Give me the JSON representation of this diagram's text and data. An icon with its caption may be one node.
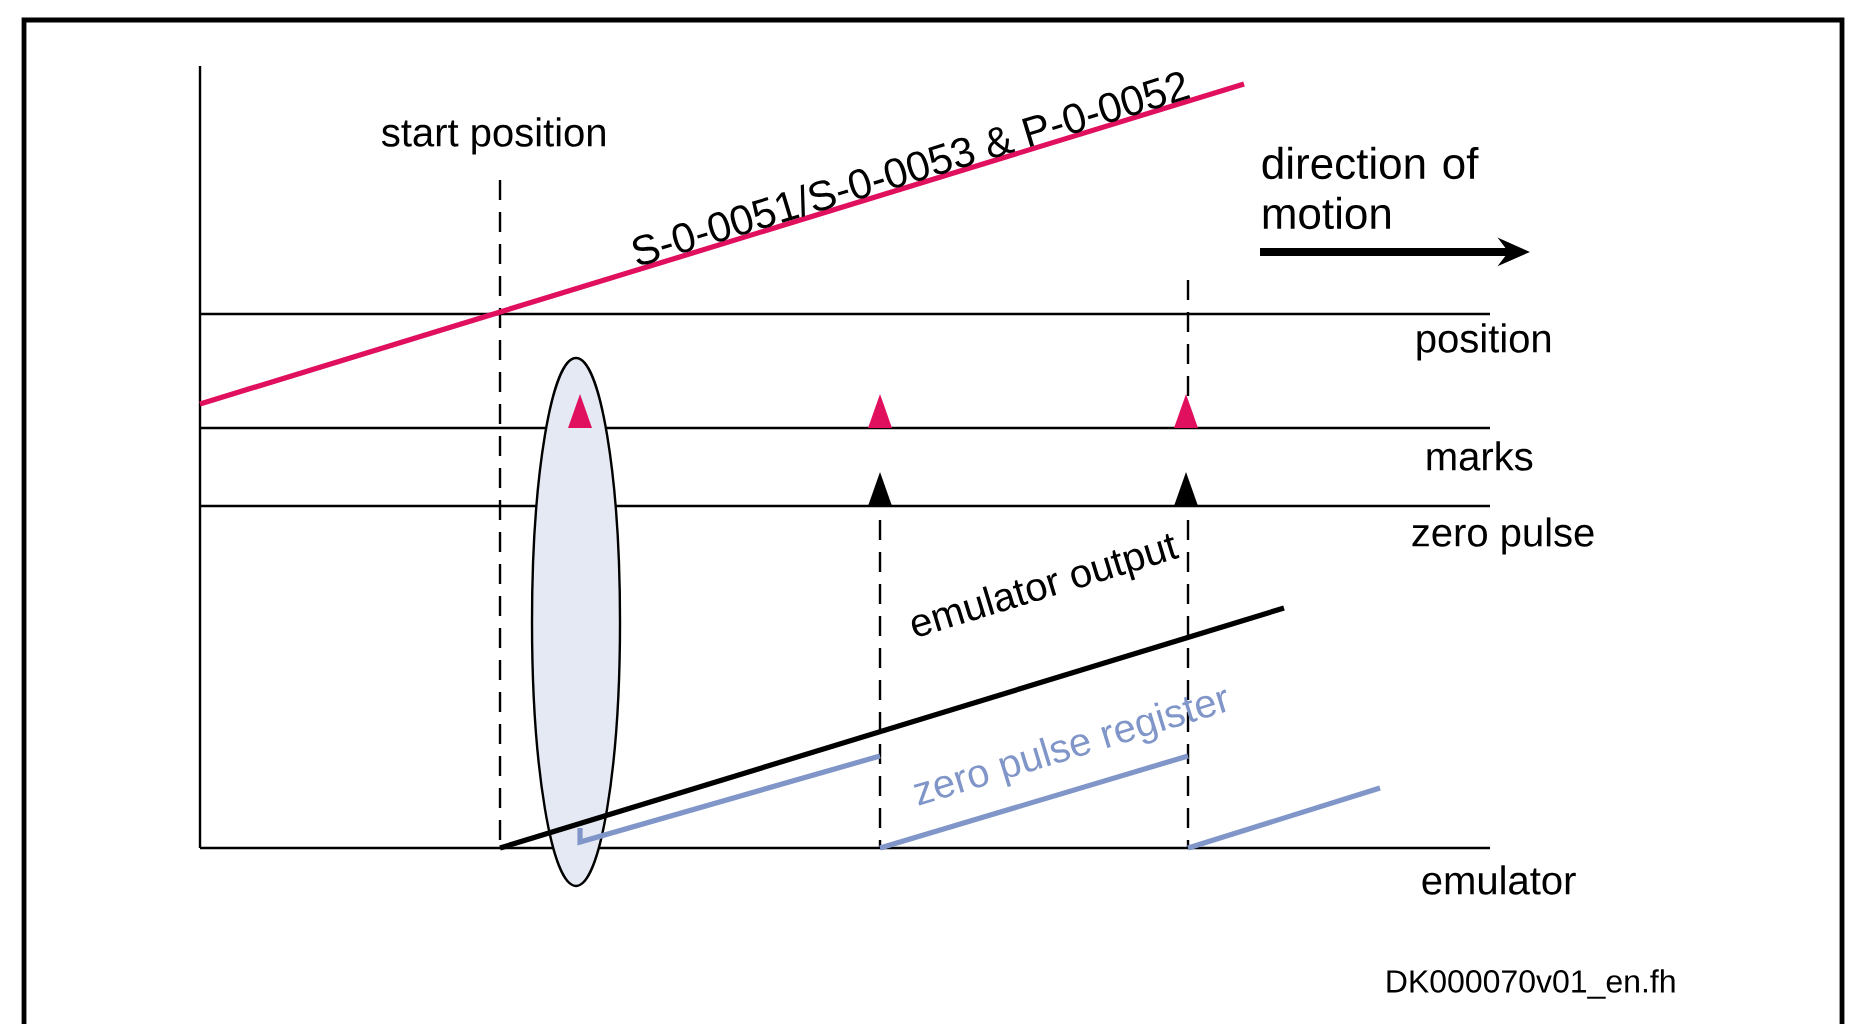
{
  "diagram": {
    "labels": [
      "start position",
      "S-0-0051/S-0-0053 & P-0-0052",
      "direction of motion",
      "position",
      "marks",
      "zero pulse",
      "emulator output",
      "zero pulse register",
      "emulator",
      "DK000070v01_en.fh"
    ]
  }
}
